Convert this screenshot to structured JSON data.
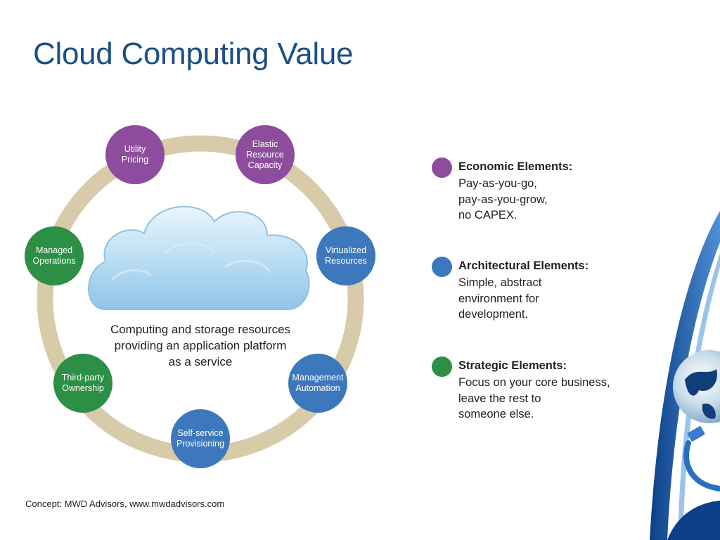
{
  "title": "Cloud Computing Value",
  "center_caption": "Computing and storage resources\nproviding an application platform\nas a service",
  "ring_items": [
    {
      "label": "Utility\nPricing",
      "category": "economic"
    },
    {
      "label": "Elastic\nResource\nCapacity",
      "category": "economic"
    },
    {
      "label": "Virtualized\nResources",
      "category": "architectural"
    },
    {
      "label": "Management\nAutomation",
      "category": "architectural"
    },
    {
      "label": "Self-service\nProvisioning",
      "category": "architectural"
    },
    {
      "label": "Third-party\nOwnership",
      "category": "strategic"
    },
    {
      "label": "Managed\nOperations",
      "category": "strategic"
    }
  ],
  "legend": [
    {
      "title": "Economic Elements:",
      "text": "Pay-as-you-go,\npay-as-you-grow,\nno CAPEX.",
      "color": "#8e4c9d"
    },
    {
      "title": "Architectural Elements:",
      "text": "Simple, abstract\nenvironment for\ndevelopment.",
      "color": "#3d78bc"
    },
    {
      "title": "Strategic Elements:",
      "text": "Focus on your core business,\nleave the rest to\nsomeone else.",
      "color": "#2c8f45"
    }
  ],
  "source": "Concept: MWD Advisors, www.mwdadvisors.com",
  "colors": {
    "title": "#1c4f84",
    "ring": "#d7cba9",
    "economic": "#8e4c9d",
    "architectural": "#3d78bc",
    "strategic": "#2c8f45",
    "cloud": "#a9d4ef"
  }
}
